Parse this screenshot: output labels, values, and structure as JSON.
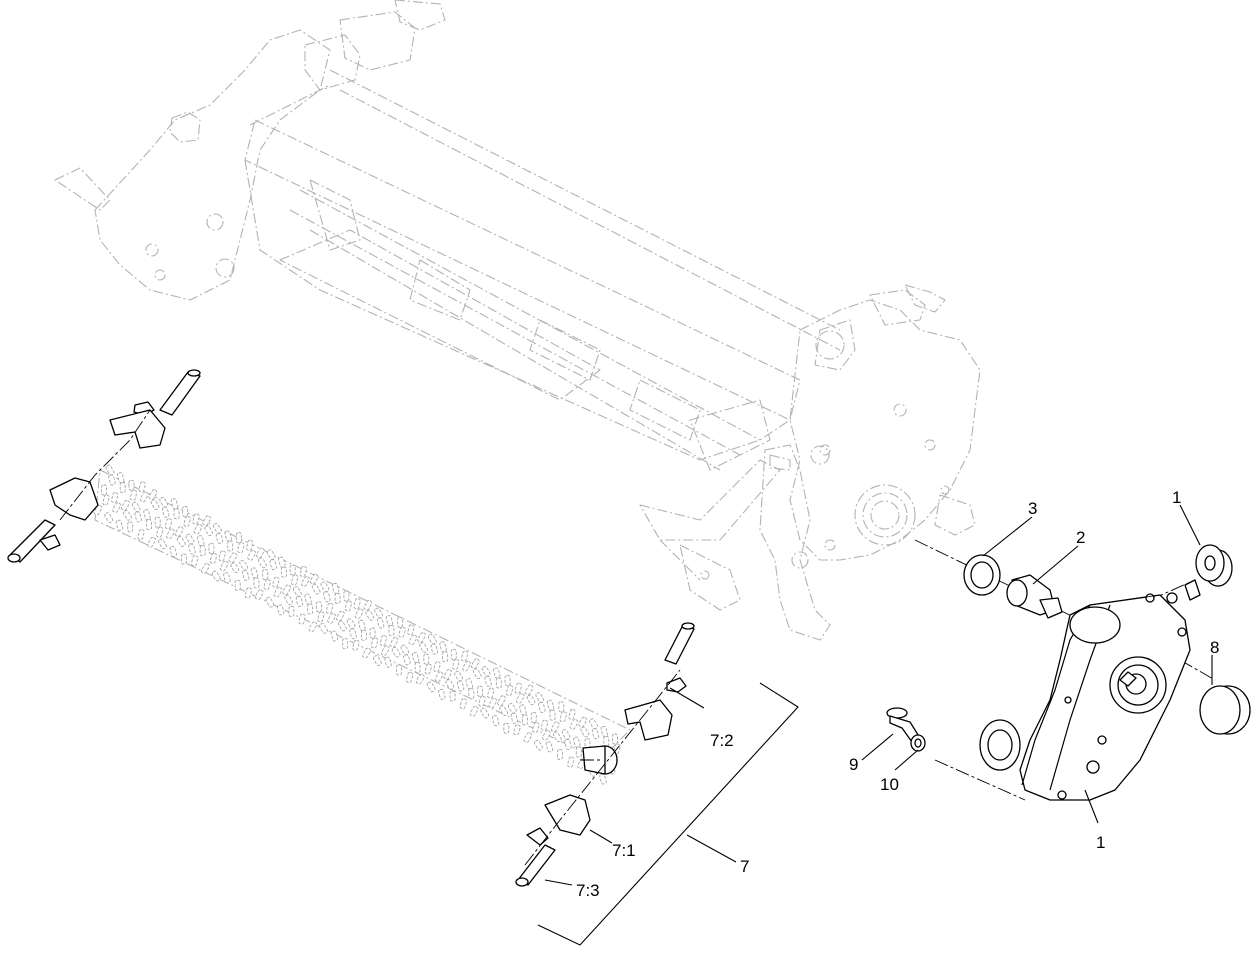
{
  "callouts": {
    "c1_top": "1",
    "c2": "2",
    "c3": "3",
    "c8": "8",
    "c9": "9",
    "c10": "10",
    "c1_bottom": "1",
    "c7_2": "7:2",
    "c7_1": "7:1",
    "c7_3": "7:3",
    "c7": "7"
  },
  "colors": {
    "background": "#ffffff",
    "ghost_lines": "#b3b3b3",
    "parts": "#000000"
  }
}
